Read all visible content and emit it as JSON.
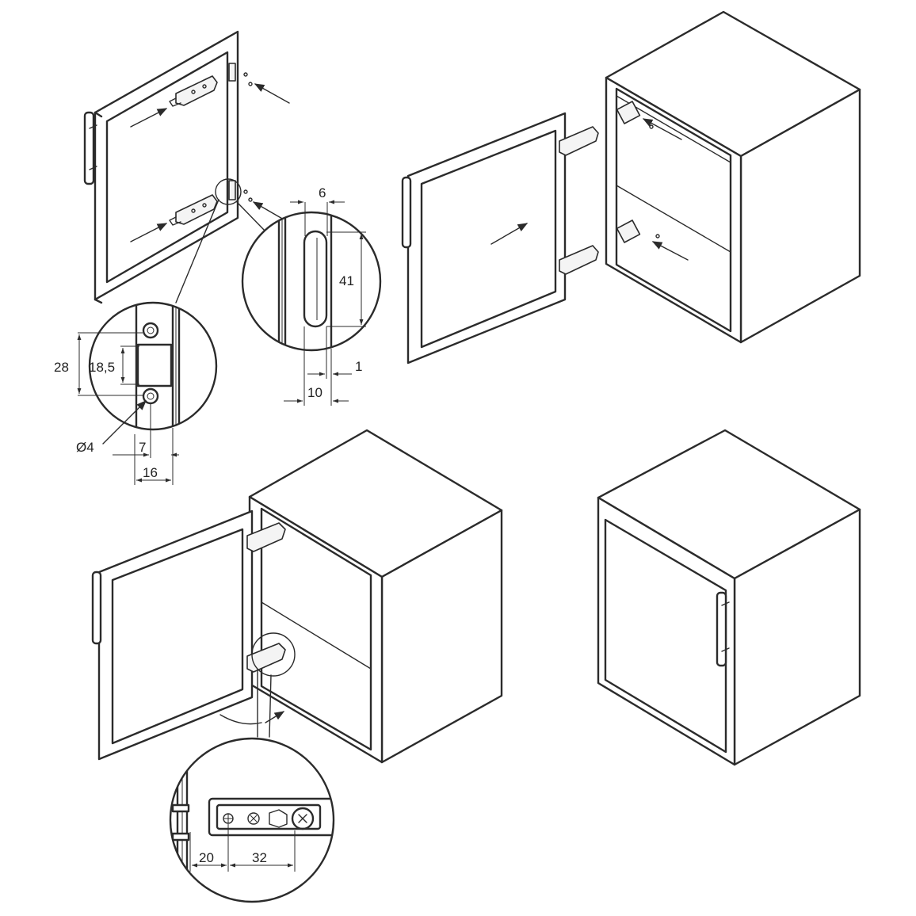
{
  "dimensions": {
    "d28": "28",
    "d18_5": "18,5",
    "d4": "Ø4",
    "d7": "7",
    "d16": "16",
    "d6": "6",
    "d41": "41",
    "d1": "1",
    "d10": "10",
    "d20": "20",
    "d32": "32"
  },
  "colors": {
    "line": "#2b2b2b",
    "background": "#ffffff"
  }
}
